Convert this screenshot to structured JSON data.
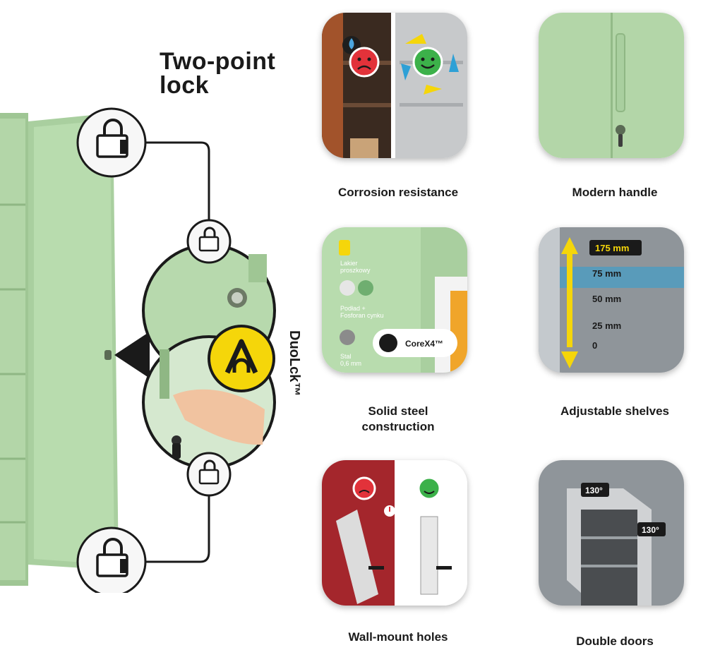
{
  "headline": [
    "Two-point",
    "lock"
  ],
  "brand_mark": "DuoLck™",
  "features": [
    {
      "caption": [
        "Corrosion resistance"
      ]
    },
    {
      "caption": [
        "Modern handle"
      ]
    },
    {
      "caption": [
        "Solid steel",
        "construction"
      ]
    },
    {
      "caption": [
        "Adjustable shelves"
      ]
    },
    {
      "caption": [
        "Wall-mount holes"
      ]
    },
    {
      "caption": [
        "Double doors"
      ]
    }
  ],
  "steel_panel": {
    "paint": [
      "Lakier",
      "proszkowy"
    ],
    "primer": [
      "Podład +",
      "Fosforan cynku"
    ],
    "steel": [
      "Stal",
      "0,6 mm"
    ],
    "badge": "CoreX4™"
  },
  "shelf_marks": [
    "175 mm",
    "75 mm",
    "50 mm",
    "25 mm",
    "0"
  ],
  "door_angles": [
    "130°",
    "130°"
  ],
  "icons": [
    "padlock-icon",
    "sad-face-icon",
    "happy-face-icon",
    "water-drop-icon",
    "recycle-arrows-icon",
    "warning-icon",
    "duolck-logo-icon",
    "key-icon"
  ],
  "colors": {
    "cabinet": "#a9cf9f",
    "badge_yellow": "#f5d60a",
    "warning_red": "#e2323a",
    "ok_green": "#3cb14a",
    "wall_red": "#a4262c",
    "shelf_blue": "#2ea0d6"
  }
}
